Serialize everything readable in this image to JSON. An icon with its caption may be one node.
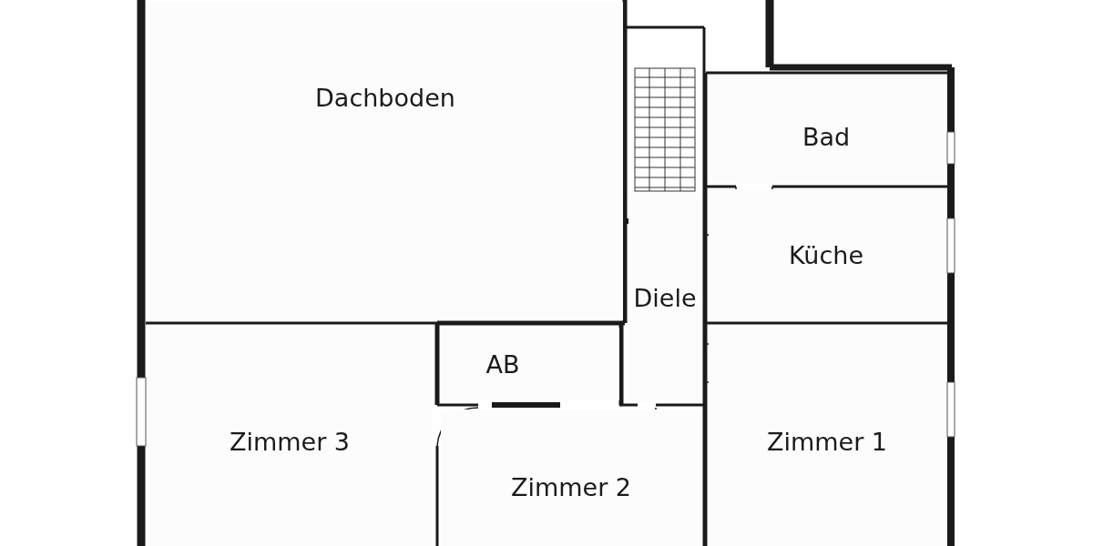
{
  "diagram": {
    "nodes": [
      {
        "text": [
          "Dachboden"
        ]
      },
      {
        "text": [
          "Bad"
        ]
      },
      {
        "text": [
          "Küche"
        ]
      },
      {
        "text": [
          "Diele"
        ]
      },
      {
        "text": [
          "AB"
        ]
      },
      {
        "text": [
          "Zimmer 3"
        ]
      },
      {
        "text": [
          "Zimmer 2"
        ]
      },
      {
        "text": [
          "Zimmer 1"
        ]
      }
    ]
  }
}
